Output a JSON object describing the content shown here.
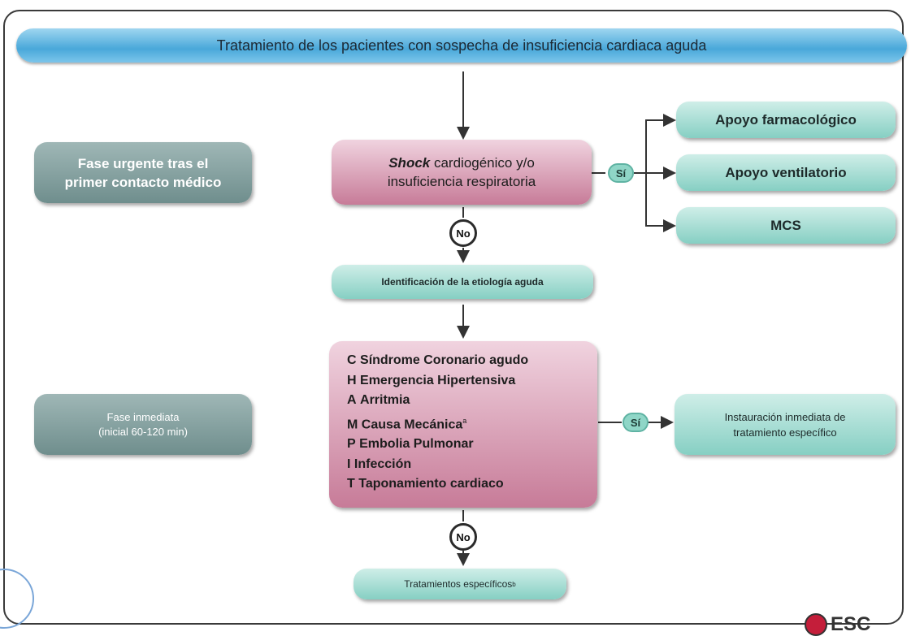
{
  "title": "Tratamiento de los pacientes con sospecha de insuficiencia cardiaca aguda",
  "phases": {
    "urgent": [
      "Fase urgente tras el",
      "primer contacto médico"
    ],
    "immediate": [
      "Fase inmediata",
      "(inicial 60-120 min)"
    ]
  },
  "shock_box": {
    "em": "Shock",
    "line1_rest": " cardiogénico y/o",
    "line2": "insuficiencia respiratoria"
  },
  "support_boxes": [
    "Apoyo farmacológico",
    "Apoyo ventilatorio",
    "MCS"
  ],
  "etiology_box": "Identificación de la etiología aguda",
  "champit": [
    {
      "letter": "C",
      "text": "Síndrome Coronario agudo"
    },
    {
      "letter": "H",
      "text": "Emergencia Hipertensiva"
    },
    {
      "letter": "A",
      "text": "Arritmia"
    },
    {
      "letter": "M",
      "text": "Causa Mecánica",
      "sup": "a"
    },
    {
      "letter": "P",
      "text": "Embolia Pulmonar"
    },
    {
      "letter": "I",
      "text": "Infección"
    },
    {
      "letter": "T",
      "text": "Taponamiento cardiaco"
    }
  ],
  "specific_box": [
    "Instauración inmediata de",
    "tratamiento específico"
  ],
  "final_box": {
    "text": "Tratamientos específicos",
    "sup": "b"
  },
  "decisions": {
    "yes": "Sí",
    "no": "No"
  },
  "logo": "ESC"
}
